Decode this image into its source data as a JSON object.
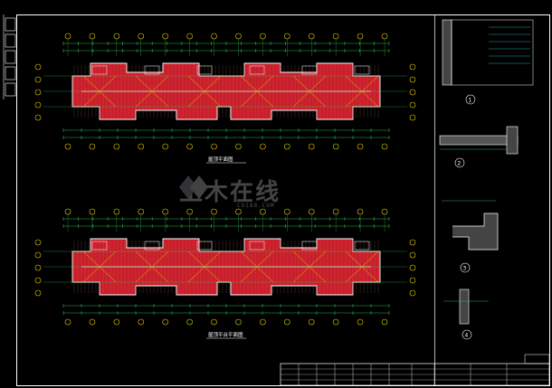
{
  "drawing": {
    "upper_plan_title": "屋顶平面图",
    "lower_plan_title": "屋顶平台平面图",
    "detail_numbers": [
      "1",
      "2",
      "3",
      "4"
    ],
    "watermark": "土木在线",
    "colors": {
      "background": "#000000",
      "frame": "#ffffff",
      "roof_fill": "#c81e2a",
      "grid_green": "#2fd65a",
      "axis_yellow": "#e8d000",
      "wall": "#ffffff",
      "dim_green": "#26b84a",
      "cyan": "#33cccc"
    }
  }
}
